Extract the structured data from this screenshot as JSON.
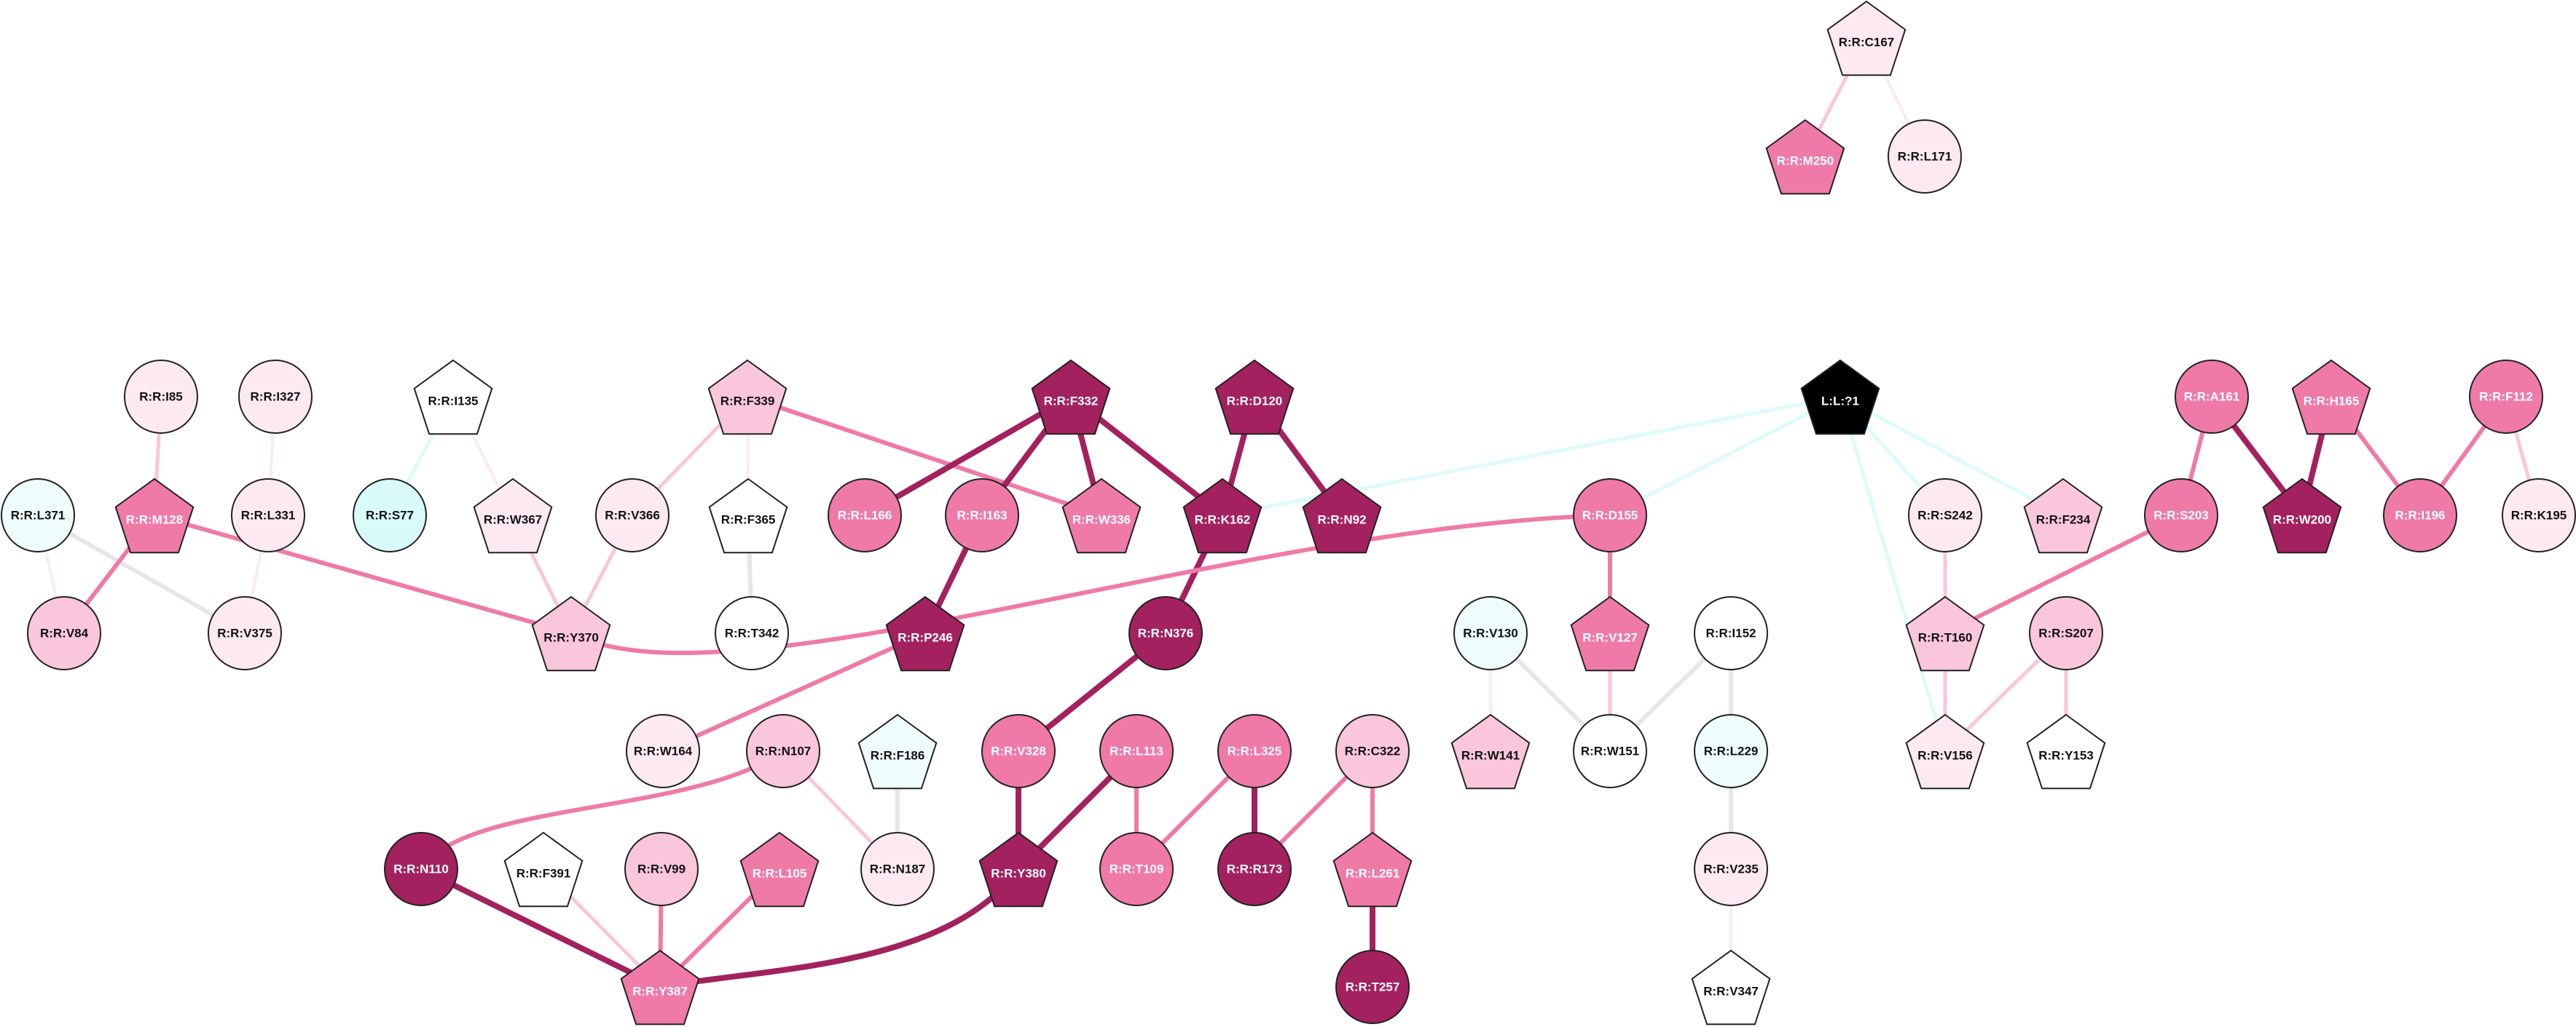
{
  "colors": {
    "white": "#ffffff",
    "pale": "#fde9f1",
    "light": "#f9c6db",
    "medium": "#ef7aa8",
    "dark": "#a3215e",
    "cyan": "#eefcfb",
    "cyan_mid": "#d8fbfa",
    "black": "#000000",
    "edge_grey": "#e6e6e6",
    "edge_cyan": "#ddfbfb"
  },
  "nodes": [
    {
      "id": "C167",
      "label": "R:R:C167",
      "shape": "pentagon",
      "color": "pale"
    },
    {
      "id": "M250",
      "label": "R:R:M250",
      "shape": "pentagon",
      "color": "medium"
    },
    {
      "id": "L171",
      "label": "R:R:L171",
      "shape": "circle",
      "color": "pale"
    },
    {
      "id": "I85",
      "label": "R:R:I85",
      "shape": "circle",
      "color": "pale"
    },
    {
      "id": "I327",
      "label": "R:R:I327",
      "shape": "circle",
      "color": "pale"
    },
    {
      "id": "I135",
      "label": "R:R:I135",
      "shape": "pentagon",
      "color": "white"
    },
    {
      "id": "F339",
      "label": "R:R:F339",
      "shape": "pentagon",
      "color": "light"
    },
    {
      "id": "F332",
      "label": "R:R:F332",
      "shape": "pentagon",
      "color": "dark"
    },
    {
      "id": "D120",
      "label": "R:R:D120",
      "shape": "pentagon",
      "color": "dark"
    },
    {
      "id": "L?1",
      "label": "L:L:?1",
      "shape": "pentagon",
      "color": "black"
    },
    {
      "id": "A161",
      "label": "R:R:A161",
      "shape": "circle",
      "color": "medium"
    },
    {
      "id": "H165",
      "label": "R:R:H165",
      "shape": "pentagon",
      "color": "medium"
    },
    {
      "id": "F112",
      "label": "R:R:F112",
      "shape": "circle",
      "color": "medium"
    },
    {
      "id": "L371",
      "label": "R:R:L371",
      "shape": "circle",
      "color": "cyan"
    },
    {
      "id": "M128",
      "label": "R:R:M128",
      "shape": "pentagon",
      "color": "medium"
    },
    {
      "id": "L331",
      "label": "R:R:L331",
      "shape": "circle",
      "color": "pale"
    },
    {
      "id": "S77",
      "label": "R:R:S77",
      "shape": "circle",
      "color": "cyan_mid"
    },
    {
      "id": "W367",
      "label": "R:R:W367",
      "shape": "pentagon",
      "color": "pale"
    },
    {
      "id": "V366",
      "label": "R:R:V366",
      "shape": "circle",
      "color": "pale"
    },
    {
      "id": "F365",
      "label": "R:R:F365",
      "shape": "pentagon",
      "color": "white"
    },
    {
      "id": "L166",
      "label": "R:R:L166",
      "shape": "circle",
      "color": "medium"
    },
    {
      "id": "I163",
      "label": "R:R:I163",
      "shape": "circle",
      "color": "medium"
    },
    {
      "id": "W336",
      "label": "R:R:W336",
      "shape": "pentagon",
      "color": "medium"
    },
    {
      "id": "K162",
      "label": "R:R:K162",
      "shape": "pentagon",
      "color": "dark"
    },
    {
      "id": "N92",
      "label": "R:R:N92",
      "shape": "pentagon",
      "color": "dark"
    },
    {
      "id": "D155",
      "label": "R:R:D155",
      "shape": "circle",
      "color": "medium"
    },
    {
      "id": "S242",
      "label": "R:R:S242",
      "shape": "circle",
      "color": "pale"
    },
    {
      "id": "F234",
      "label": "R:R:F234",
      "shape": "pentagon",
      "color": "light"
    },
    {
      "id": "S203",
      "label": "R:R:S203",
      "shape": "circle",
      "color": "medium"
    },
    {
      "id": "W200",
      "label": "R:R:W200",
      "shape": "pentagon",
      "color": "dark"
    },
    {
      "id": "I196",
      "label": "R:R:I196",
      "shape": "circle",
      "color": "medium"
    },
    {
      "id": "K195",
      "label": "R:R:K195",
      "shape": "circle",
      "color": "pale"
    },
    {
      "id": "V84",
      "label": "R:R:V84",
      "shape": "circle",
      "color": "light"
    },
    {
      "id": "V375",
      "label": "R:R:V375",
      "shape": "circle",
      "color": "pale"
    },
    {
      "id": "Y370",
      "label": "R:R:Y370",
      "shape": "pentagon",
      "color": "light"
    },
    {
      "id": "T342",
      "label": "R:R:T342",
      "shape": "circle",
      "color": "white"
    },
    {
      "id": "P246",
      "label": "R:R:P246",
      "shape": "pentagon",
      "color": "dark"
    },
    {
      "id": "N376",
      "label": "R:R:N376",
      "shape": "circle",
      "color": "dark"
    },
    {
      "id": "V130",
      "label": "R:R:V130",
      "shape": "circle",
      "color": "cyan"
    },
    {
      "id": "V127",
      "label": "R:R:V127",
      "shape": "pentagon",
      "color": "medium"
    },
    {
      "id": "I152",
      "label": "R:R:I152",
      "shape": "circle",
      "color": "white"
    },
    {
      "id": "T160",
      "label": "R:R:T160",
      "shape": "pentagon",
      "color": "light"
    },
    {
      "id": "S207",
      "label": "R:R:S207",
      "shape": "circle",
      "color": "light"
    },
    {
      "id": "W164",
      "label": "R:R:W164",
      "shape": "circle",
      "color": "pale"
    },
    {
      "id": "N107",
      "label": "R:R:N107",
      "shape": "circle",
      "color": "light"
    },
    {
      "id": "F186",
      "label": "R:R:F186",
      "shape": "pentagon",
      "color": "cyan"
    },
    {
      "id": "V328",
      "label": "R:R:V328",
      "shape": "circle",
      "color": "medium"
    },
    {
      "id": "L113",
      "label": "R:R:L113",
      "shape": "circle",
      "color": "medium"
    },
    {
      "id": "L325",
      "label": "R:R:L325",
      "shape": "circle",
      "color": "medium"
    },
    {
      "id": "C322",
      "label": "R:R:C322",
      "shape": "circle",
      "color": "light"
    },
    {
      "id": "W141",
      "label": "R:R:W141",
      "shape": "pentagon",
      "color": "light"
    },
    {
      "id": "W151",
      "label": "R:R:W151",
      "shape": "circle",
      "color": "white"
    },
    {
      "id": "L229",
      "label": "R:R:L229",
      "shape": "circle",
      "color": "cyan"
    },
    {
      "id": "V156",
      "label": "R:R:V156",
      "shape": "pentagon",
      "color": "pale"
    },
    {
      "id": "Y153",
      "label": "R:R:Y153",
      "shape": "pentagon",
      "color": "white"
    },
    {
      "id": "N110",
      "label": "R:R:N110",
      "shape": "circle",
      "color": "dark"
    },
    {
      "id": "F391",
      "label": "R:R:F391",
      "shape": "pentagon",
      "color": "white"
    },
    {
      "id": "V99",
      "label": "R:R:V99",
      "shape": "circle",
      "color": "light"
    },
    {
      "id": "L105",
      "label": "R:R:L105",
      "shape": "pentagon",
      "color": "medium"
    },
    {
      "id": "N187",
      "label": "R:R:N187",
      "shape": "circle",
      "color": "pale"
    },
    {
      "id": "Y380",
      "label": "R:R:Y380",
      "shape": "pentagon",
      "color": "dark"
    },
    {
      "id": "T109",
      "label": "R:R:T109",
      "shape": "circle",
      "color": "medium"
    },
    {
      "id": "R173",
      "label": "R:R:R173",
      "shape": "circle",
      "color": "dark"
    },
    {
      "id": "L261",
      "label": "R:R:L261",
      "shape": "pentagon",
      "color": "medium"
    },
    {
      "id": "V235",
      "label": "R:R:V235",
      "shape": "circle",
      "color": "pale"
    },
    {
      "id": "Y387",
      "label": "R:R:Y387",
      "shape": "pentagon",
      "color": "medium"
    },
    {
      "id": "T257",
      "label": "R:R:T257",
      "shape": "circle",
      "color": "dark"
    },
    {
      "id": "V347",
      "label": "R:R:V347",
      "shape": "pentagon",
      "color": "white"
    }
  ],
  "edges": [
    {
      "s": "C167",
      "t": "M250",
      "color": "light"
    },
    {
      "s": "C167",
      "t": "L171",
      "color": "pale"
    },
    {
      "s": "I85",
      "t": "M128",
      "color": "light"
    },
    {
      "s": "I327",
      "t": "L331",
      "color": "pale"
    },
    {
      "s": "I135",
      "t": "S77",
      "color": "edge_cyan"
    },
    {
      "s": "I135",
      "t": "W367",
      "color": "pale"
    },
    {
      "s": "F339",
      "t": "V366",
      "color": "light"
    },
    {
      "s": "F339",
      "t": "F365",
      "color": "pale"
    },
    {
      "s": "F339",
      "t": "W336",
      "color": "medium"
    },
    {
      "s": "F332",
      "t": "L166",
      "color": "dark"
    },
    {
      "s": "F332",
      "t": "I163",
      "color": "dark"
    },
    {
      "s": "F332",
      "t": "W336",
      "color": "dark"
    },
    {
      "s": "F332",
      "t": "K162",
      "color": "dark"
    },
    {
      "s": "D120",
      "t": "K162",
      "color": "dark"
    },
    {
      "s": "D120",
      "t": "N92",
      "color": "dark"
    },
    {
      "s": "L?1",
      "t": "K162",
      "color": "edge_cyan"
    },
    {
      "s": "L?1",
      "t": "D155",
      "color": "edge_cyan"
    },
    {
      "s": "L?1",
      "t": "S242",
      "color": "edge_cyan"
    },
    {
      "s": "L?1",
      "t": "F234",
      "color": "edge_cyan"
    },
    {
      "s": "L?1",
      "t": "V156",
      "color": "edge_cyan"
    },
    {
      "s": "A161",
      "t": "S203",
      "color": "medium"
    },
    {
      "s": "A161",
      "t": "W200",
      "color": "dark"
    },
    {
      "s": "H165",
      "t": "W200",
      "color": "dark"
    },
    {
      "s": "H165",
      "t": "I196",
      "color": "medium"
    },
    {
      "s": "F112",
      "t": "I196",
      "color": "medium"
    },
    {
      "s": "F112",
      "t": "K195",
      "color": "light"
    },
    {
      "s": "L371",
      "t": "V84",
      "color": "pale"
    },
    {
      "s": "L371",
      "t": "V375",
      "color": "edge_grey"
    },
    {
      "s": "M128",
      "t": "V84",
      "color": "medium"
    },
    {
      "s": "M128",
      "t": "Y370",
      "color": "medium"
    },
    {
      "s": "L331",
      "t": "V375",
      "color": "pale"
    },
    {
      "s": "W367",
      "t": "Y370",
      "color": "light"
    },
    {
      "s": "V366",
      "t": "Y370",
      "color": "light"
    },
    {
      "s": "F365",
      "t": "T342",
      "color": "edge_grey"
    },
    {
      "s": "I163",
      "t": "P246",
      "color": "dark"
    },
    {
      "s": "K162",
      "t": "N376",
      "color": "dark"
    },
    {
      "s": "D155",
      "t": "Y370",
      "color": "medium",
      "curve": true
    },
    {
      "s": "D155",
      "t": "V127",
      "color": "medium"
    },
    {
      "s": "S242",
      "t": "T160",
      "color": "light"
    },
    {
      "s": "S203",
      "t": "T160",
      "color": "medium"
    },
    {
      "s": "P246",
      "t": "W164",
      "color": "medium"
    },
    {
      "s": "N376",
      "t": "V328",
      "color": "dark"
    },
    {
      "s": "V130",
      "t": "W141",
      "color": "pale"
    },
    {
      "s": "V130",
      "t": "W151",
      "color": "edge_grey"
    },
    {
      "s": "V127",
      "t": "W151",
      "color": "light"
    },
    {
      "s": "I152",
      "t": "W151",
      "color": "edge_grey"
    },
    {
      "s": "I152",
      "t": "L229",
      "color": "edge_grey"
    },
    {
      "s": "T160",
      "t": "V156",
      "color": "light"
    },
    {
      "s": "S207",
      "t": "V156",
      "color": "light"
    },
    {
      "s": "S207",
      "t": "Y153",
      "color": "light"
    },
    {
      "s": "N107",
      "t": "N110",
      "color": "medium",
      "curve": true
    },
    {
      "s": "N107",
      "t": "N187",
      "color": "light"
    },
    {
      "s": "F186",
      "t": "N187",
      "color": "edge_grey"
    },
    {
      "s": "V328",
      "t": "Y380",
      "color": "dark"
    },
    {
      "s": "L113",
      "t": "Y380",
      "color": "dark"
    },
    {
      "s": "L113",
      "t": "T109",
      "color": "medium"
    },
    {
      "s": "L325",
      "t": "T109",
      "color": "medium"
    },
    {
      "s": "L325",
      "t": "R173",
      "color": "dark"
    },
    {
      "s": "C322",
      "t": "R173",
      "color": "medium"
    },
    {
      "s": "C322",
      "t": "L261",
      "color": "medium"
    },
    {
      "s": "L229",
      "t": "V235",
      "color": "edge_grey"
    },
    {
      "s": "V235",
      "t": "V347",
      "color": "pale"
    },
    {
      "s": "N110",
      "t": "Y387",
      "color": "dark"
    },
    {
      "s": "F391",
      "t": "Y387",
      "color": "light"
    },
    {
      "s": "V99",
      "t": "Y387",
      "color": "medium"
    },
    {
      "s": "L105",
      "t": "Y387",
      "color": "medium"
    },
    {
      "s": "Y380",
      "t": "Y387",
      "color": "dark",
      "curve": true
    },
    {
      "s": "L261",
      "t": "T257",
      "color": "dark"
    }
  ]
}
